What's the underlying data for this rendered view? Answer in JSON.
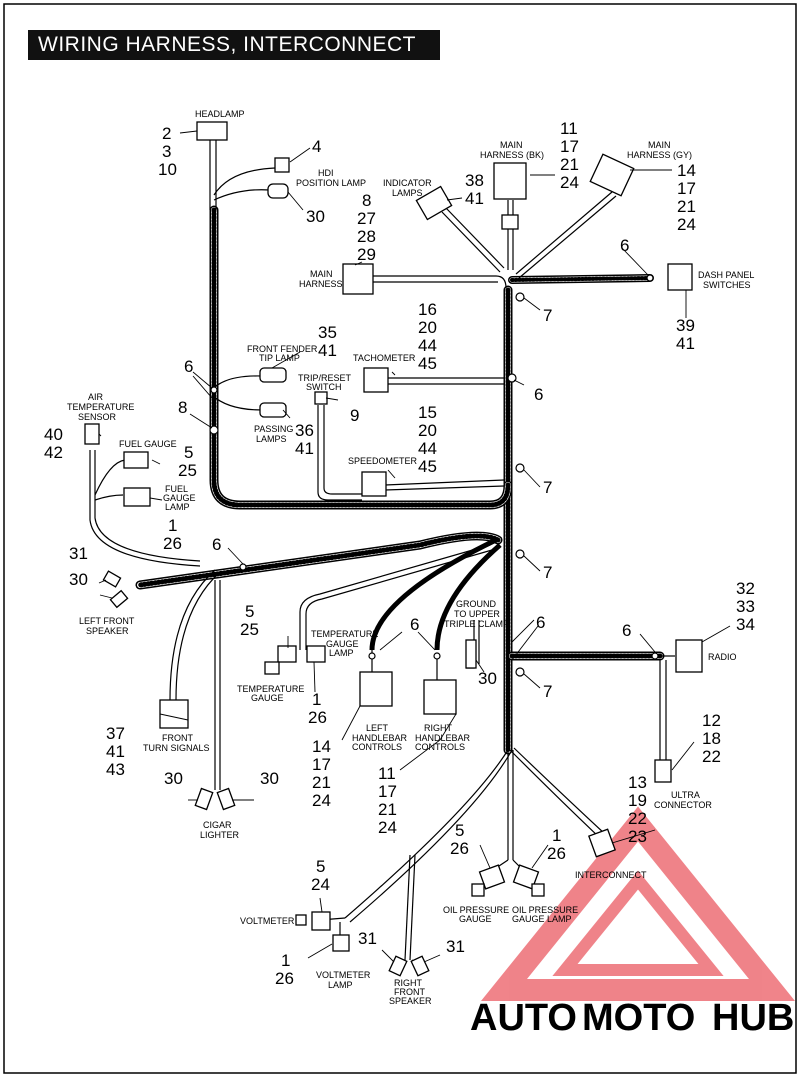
{
  "title": "WIRING HARNESS, INTERCONNECT",
  "watermark": {
    "auto": "AUTO",
    "moto": "MOTO",
    "hub": "HUB",
    "colors": {
      "red": "#e6323c",
      "gold": "#f0b43c",
      "gray": "#6e6e6e"
    }
  },
  "labels": {
    "headlamp": "HEADLAMP",
    "hdi1": "HDI",
    "hdi2": "POSITION LAMP",
    "main_bk1": "MAIN",
    "main_bk2": "HARNESS (BK)",
    "main_gy1": "MAIN",
    "main_gy2": "HARNESS (GY)",
    "indicator1": "INDICATOR",
    "indicator2": "LAMPS",
    "main_harness1": "MAIN",
    "main_harness2": "HARNESS",
    "dash1": "DASH PANEL",
    "dash2": "SWITCHES",
    "fender1": "FRONT FENDER",
    "fender2": "TIP LAMP",
    "tach": "TACHOMETER",
    "trip1": "TRIP/RESET",
    "trip2": "SWITCH",
    "passing1": "PASSING",
    "passing2": "LAMPS",
    "air1": "AIR",
    "air2": "TEMPERATURE",
    "air3": "SENSOR",
    "fuel": "FUEL GAUGE",
    "fuel_lamp1": "FUEL",
    "fuel_lamp2": "GAUGE",
    "fuel_lamp3": "LAMP",
    "speedo": "SPEEDOMETER",
    "lfs1": "LEFT FRONT",
    "lfs2": "SPEAKER",
    "ground1": "GROUND",
    "ground2": "TO UPPER",
    "ground3": "TRIPLE CLAMP",
    "temp_lamp1": "TEMPERATURE",
    "temp_lamp2": "GAUGE",
    "temp_lamp3": "LAMP",
    "temp1": "TEMPERATURE",
    "temp2": "GAUGE",
    "radio": "RADIO",
    "lhc1": "LEFT",
    "lhc2": "HANDLEBAR",
    "lhc3": "CONTROLS",
    "rhc1": "RIGHT",
    "rhc2": "HANDLEBAR",
    "rhc3": "CONTROLS",
    "fts1": "FRONT",
    "fts2": "TURN SIGNALS",
    "ultra1": "ULTRA",
    "ultra2": "CONNECTOR",
    "cigar1": "CIGAR",
    "cigar2": "LIGHTER",
    "interconnect": "INTERCONNECT",
    "oil1": "OIL PRESSURE",
    "oil2": "GAUGE",
    "oil_lamp1": "OIL PRESSURE",
    "oil_lamp2": "GAUGE LAMP",
    "voltmeter": "VOLTMETER",
    "vlamp1": "VOLTMETER",
    "vlamp2": "LAMP",
    "rfs1": "RIGHT",
    "rfs2": "FRONT",
    "rfs3": "SPEAKER"
  },
  "callouts": {
    "headlamp": [
      "2",
      "3",
      "10"
    ],
    "hdi_top": "4",
    "hdi_bottom": "30",
    "main_bk": [
      "11",
      "17",
      "21",
      "24"
    ],
    "main_gy": [
      "14",
      "17",
      "21",
      "24"
    ],
    "indicator": [
      "38",
      "41"
    ],
    "main_harness": [
      "8",
      "27",
      "28",
      "29"
    ],
    "dash_clip": "6",
    "dash": [
      "39",
      "41"
    ],
    "clip7a": "7",
    "tach": [
      "16",
      "20",
      "44",
      "45"
    ],
    "fender": [
      "35",
      "41"
    ],
    "left_clip": "6",
    "tach_clip": "6",
    "trip": "9",
    "left8": "8",
    "passing": [
      "36",
      "41"
    ],
    "air": [
      "40",
      "42"
    ],
    "fuel": [
      "5",
      "25"
    ],
    "speedo": [
      "15",
      "20",
      "44",
      "45"
    ],
    "clip7b": "7",
    "fuel_lamp": [
      "1",
      "26"
    ],
    "mid_clip": "6",
    "clip7c": "7",
    "lfs_top": "31",
    "lfs_bottom": "30",
    "temp": [
      "5",
      "25"
    ],
    "temp_clip": "6",
    "ground_right": "6",
    "radio_clip": "6",
    "radio": [
      "32",
      "33",
      "34"
    ],
    "ground": "30",
    "clip7d": "7",
    "temp_lamp": [
      "1",
      "26"
    ],
    "fts": [
      "37",
      "41",
      "43"
    ],
    "lhc": [
      "14",
      "17",
      "21",
      "24"
    ],
    "ultra": [
      "12",
      "18",
      "22"
    ],
    "rhc": [
      "11",
      "17",
      "21",
      "24"
    ],
    "cigar_left": "30",
    "cigar_right": "30",
    "interconnect": [
      "13",
      "19",
      "22",
      "23"
    ],
    "oil": [
      "5",
      "26"
    ],
    "oil_lamp": [
      "1",
      "26"
    ],
    "voltmeter": [
      "5",
      "24"
    ],
    "vlamp": [
      "1",
      "26"
    ],
    "rfs_left": "31",
    "rfs_right": "31"
  }
}
